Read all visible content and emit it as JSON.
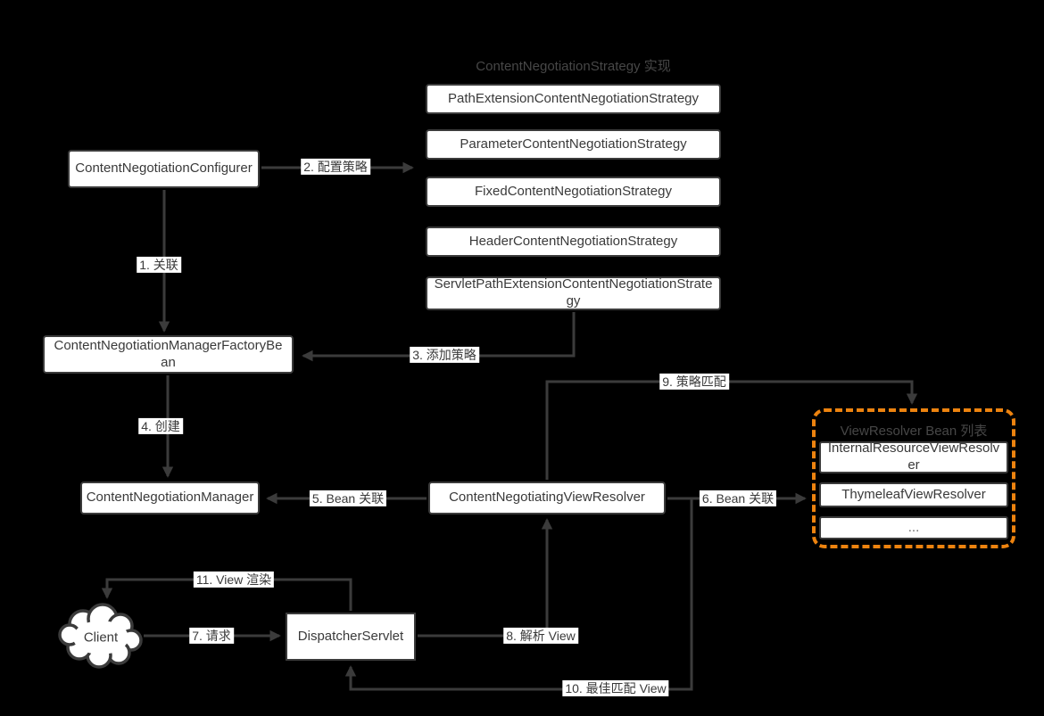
{
  "diagram": {
    "colors": {
      "background": "#000000",
      "wire": "#3b3b3b",
      "node_fill": "#ffffff",
      "node_text": "#3a3a3a",
      "accent_orange": "#ed830f"
    },
    "strategy_group": {
      "title": "ContentNegotiationStrategy 实现",
      "items": [
        "PathExtensionContentNegotiationStrategy",
        "ParameterContentNegotiationStrategy",
        "FixedContentNegotiationStrategy",
        "HeaderContentNegotiationStrategy",
        "ServletPathExtensionContentNegotiationStrategy"
      ]
    },
    "nodes": {
      "configurer": "ContentNegotiationConfigurer",
      "factory_bean": "ContentNegotiationManagerFactoryBean",
      "manager": "ContentNegotiationManager",
      "negotiating_view_resolver": "ContentNegotiatingViewResolver",
      "dispatcher_servlet": "DispatcherServlet",
      "client": "Client"
    },
    "resolver_group": {
      "title": "ViewResolver Bean 列表",
      "items": [
        "InternalResourceViewResolver",
        "ThymeleafViewResolver",
        "..."
      ]
    },
    "edges": {
      "e1": "1. 关联",
      "e2": "2. 配置策略",
      "e3": "3. 添加策略",
      "e4": "4. 创建",
      "e5": "5. Bean 关联",
      "e6": "6. Bean 关联",
      "e7": "7. 请求",
      "e8": "8. 解析 View",
      "e9": "9. 策略匹配",
      "e10": "10. 最佳匹配 View",
      "e11": "11. View 渲染"
    }
  }
}
